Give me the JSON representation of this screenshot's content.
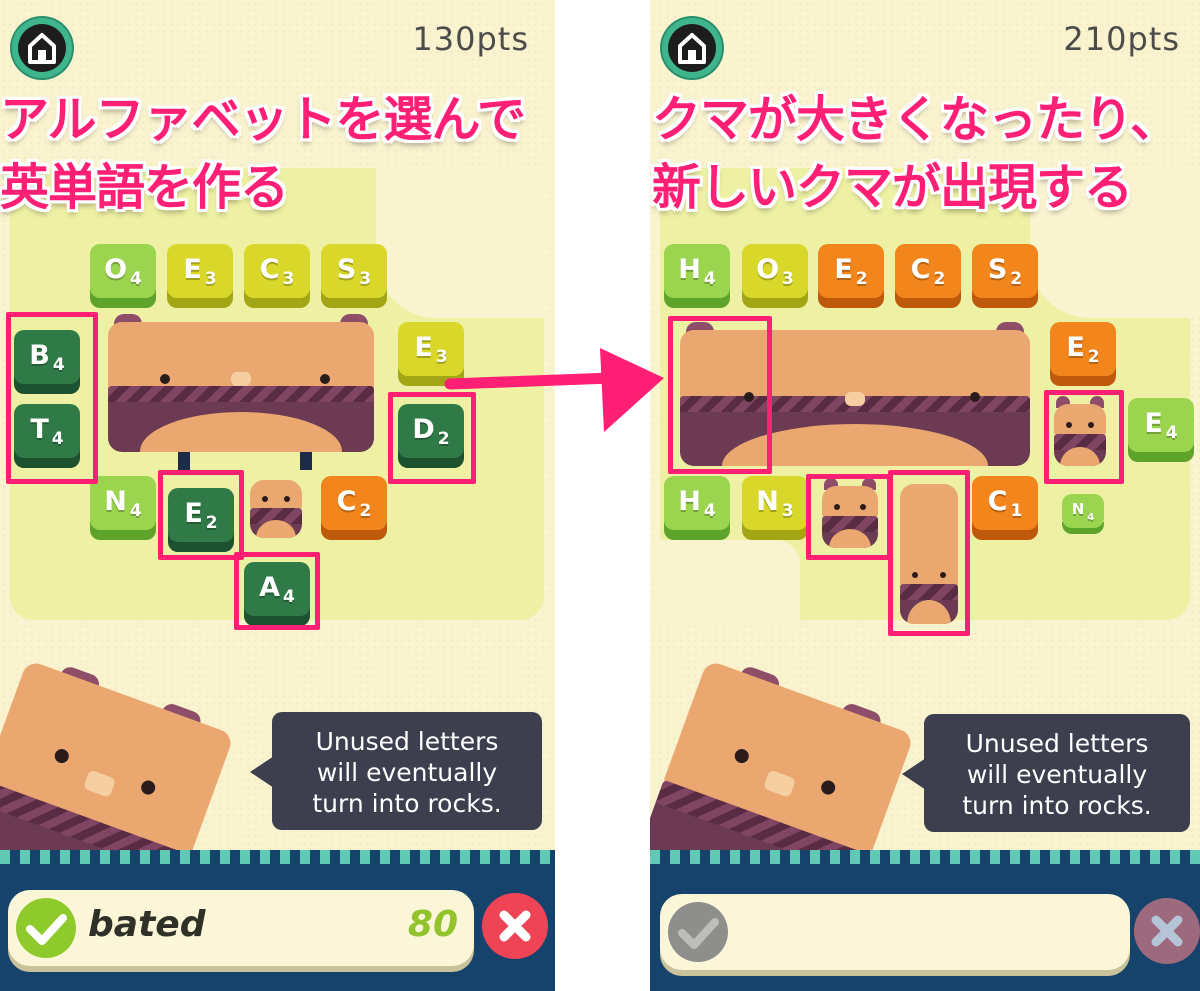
{
  "left": {
    "points": "130pts",
    "caption_line1": "アルファベットを選んで",
    "caption_line2": "英単語を作る",
    "tiles": [
      {
        "letter": "O",
        "score": "4",
        "color": "green"
      },
      {
        "letter": "E",
        "score": "3",
        "color": "yellow"
      },
      {
        "letter": "C",
        "score": "3",
        "color": "yellow"
      },
      {
        "letter": "S",
        "score": "3",
        "color": "yellow"
      },
      {
        "letter": "E",
        "score": "3",
        "color": "yellow"
      },
      {
        "letter": "B",
        "score": "4",
        "color": "dark"
      },
      {
        "letter": "T",
        "score": "4",
        "color": "dark"
      },
      {
        "letter": "D",
        "score": "2",
        "color": "dark"
      },
      {
        "letter": "N",
        "score": "4",
        "color": "green"
      },
      {
        "letter": "E",
        "score": "2",
        "color": "dark"
      },
      {
        "letter": "C",
        "score": "2",
        "color": "orange"
      },
      {
        "letter": "A",
        "score": "4",
        "color": "dark"
      }
    ],
    "tip": [
      "Unused letters",
      "will eventually",
      "turn into rocks."
    ],
    "word": "bated",
    "word_score": "80"
  },
  "right": {
    "points": "210pts",
    "caption_line1": "クマが大きくなったり、",
    "caption_line2": "新しいクマが出現する",
    "tiles": [
      {
        "letter": "H",
        "score": "4",
        "color": "green"
      },
      {
        "letter": "O",
        "score": "3",
        "color": "yellow"
      },
      {
        "letter": "E",
        "score": "2",
        "color": "orange"
      },
      {
        "letter": "C",
        "score": "2",
        "color": "orange"
      },
      {
        "letter": "S",
        "score": "2",
        "color": "orange"
      },
      {
        "letter": "E",
        "score": "2",
        "color": "orange"
      },
      {
        "letter": "E",
        "score": "4",
        "color": "green"
      },
      {
        "letter": "H",
        "score": "4",
        "color": "green"
      },
      {
        "letter": "N",
        "score": "3",
        "color": "yellow"
      },
      {
        "letter": "C",
        "score": "1",
        "color": "orange"
      },
      {
        "letter": "N",
        "score": "4",
        "color": "green"
      }
    ],
    "tip": [
      "Unused letters",
      "will eventually",
      "turn into rocks."
    ],
    "word": "",
    "word_score": ""
  },
  "colors": {
    "highlight": "#ff1f74",
    "accent_green": "#92c22c",
    "cancel_red": "#ef4456"
  },
  "icons": [
    "home-icon",
    "check-icon",
    "close-icon",
    "arrow-right-icon"
  ]
}
